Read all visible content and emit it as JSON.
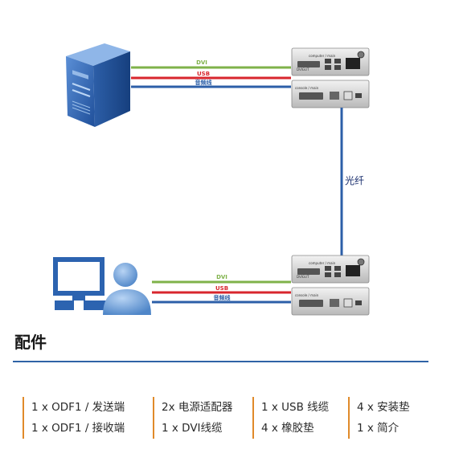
{
  "diagram": {
    "cables_top": [
      {
        "label": "DVI",
        "color": "#7fb24a"
      },
      {
        "label": "USB",
        "color": "#d8262d"
      },
      {
        "label": "音频线",
        "color": "#2c5fa8"
      }
    ],
    "cables_bottom": [
      {
        "label": "DVI",
        "color": "#7fb24a"
      },
      {
        "label": "USB",
        "color": "#d8262d"
      },
      {
        "label": "音频线",
        "color": "#2c5fa8"
      }
    ],
    "fiber_label": "光纤",
    "fiber_color": "#2c5fa8",
    "device_labels": [
      "computer / main",
      "DVIGUT",
      "console / main"
    ]
  },
  "accessories": {
    "title": "配件",
    "columns": [
      [
        "1 x ODF1 / 发送端",
        "1 x ODF1 / 接收端"
      ],
      [
        "2x 电源适配器",
        "1 x DVI线缆"
      ],
      [
        "1 x USB 线缆",
        "4 x 橡胶垫"
      ],
      [
        "4 x 安装垫",
        "1 x 简介"
      ]
    ]
  }
}
